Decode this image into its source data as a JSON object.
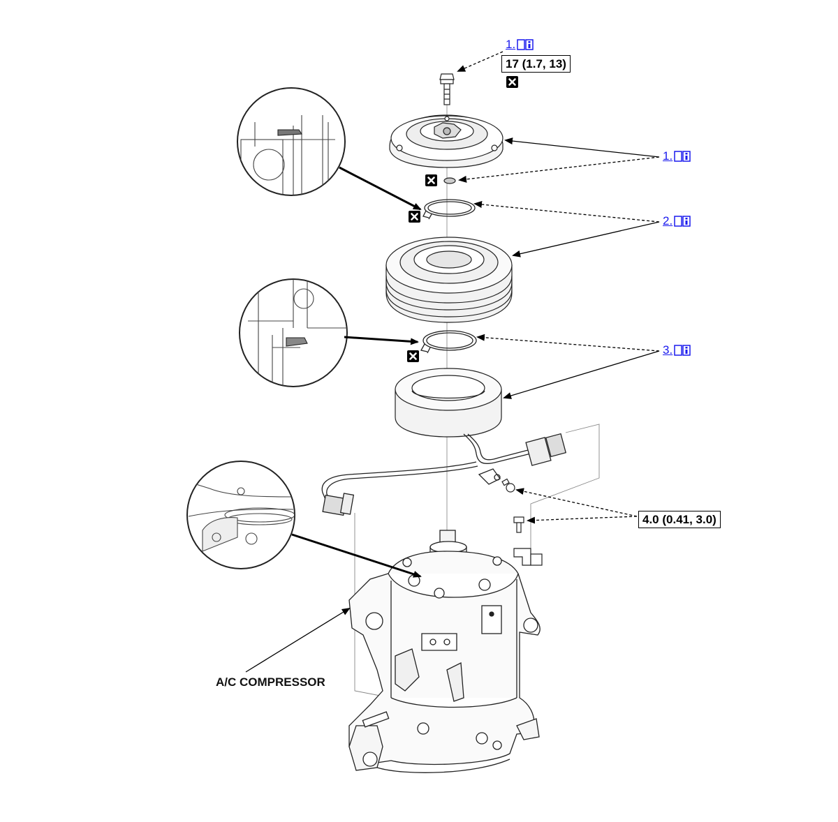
{
  "references": [
    {
      "id": "bolt",
      "label": "1.",
      "icon": "service-manual-book-icon"
    },
    {
      "id": "pressure-plate",
      "label": "1.",
      "icon": "service-manual-book-icon"
    },
    {
      "id": "pulley",
      "label": "2.",
      "icon": "service-manual-book-icon"
    },
    {
      "id": "field-coil",
      "label": "3.",
      "icon": "service-manual-book-icon"
    }
  ],
  "torque_specs": [
    {
      "id": "center-bolt",
      "text": "17 (1.7, 13)"
    },
    {
      "id": "harness-bolts",
      "text": "4.0 (0.41, 3.0)"
    }
  ],
  "replace_markers": {
    "icon": "replace-part-x-icon",
    "count": 4
  },
  "labels": {
    "compressor": "A/C COMPRESSOR"
  },
  "colors": {
    "link": "#1a1aee",
    "line": "#000000",
    "detail_line": "#444444"
  }
}
